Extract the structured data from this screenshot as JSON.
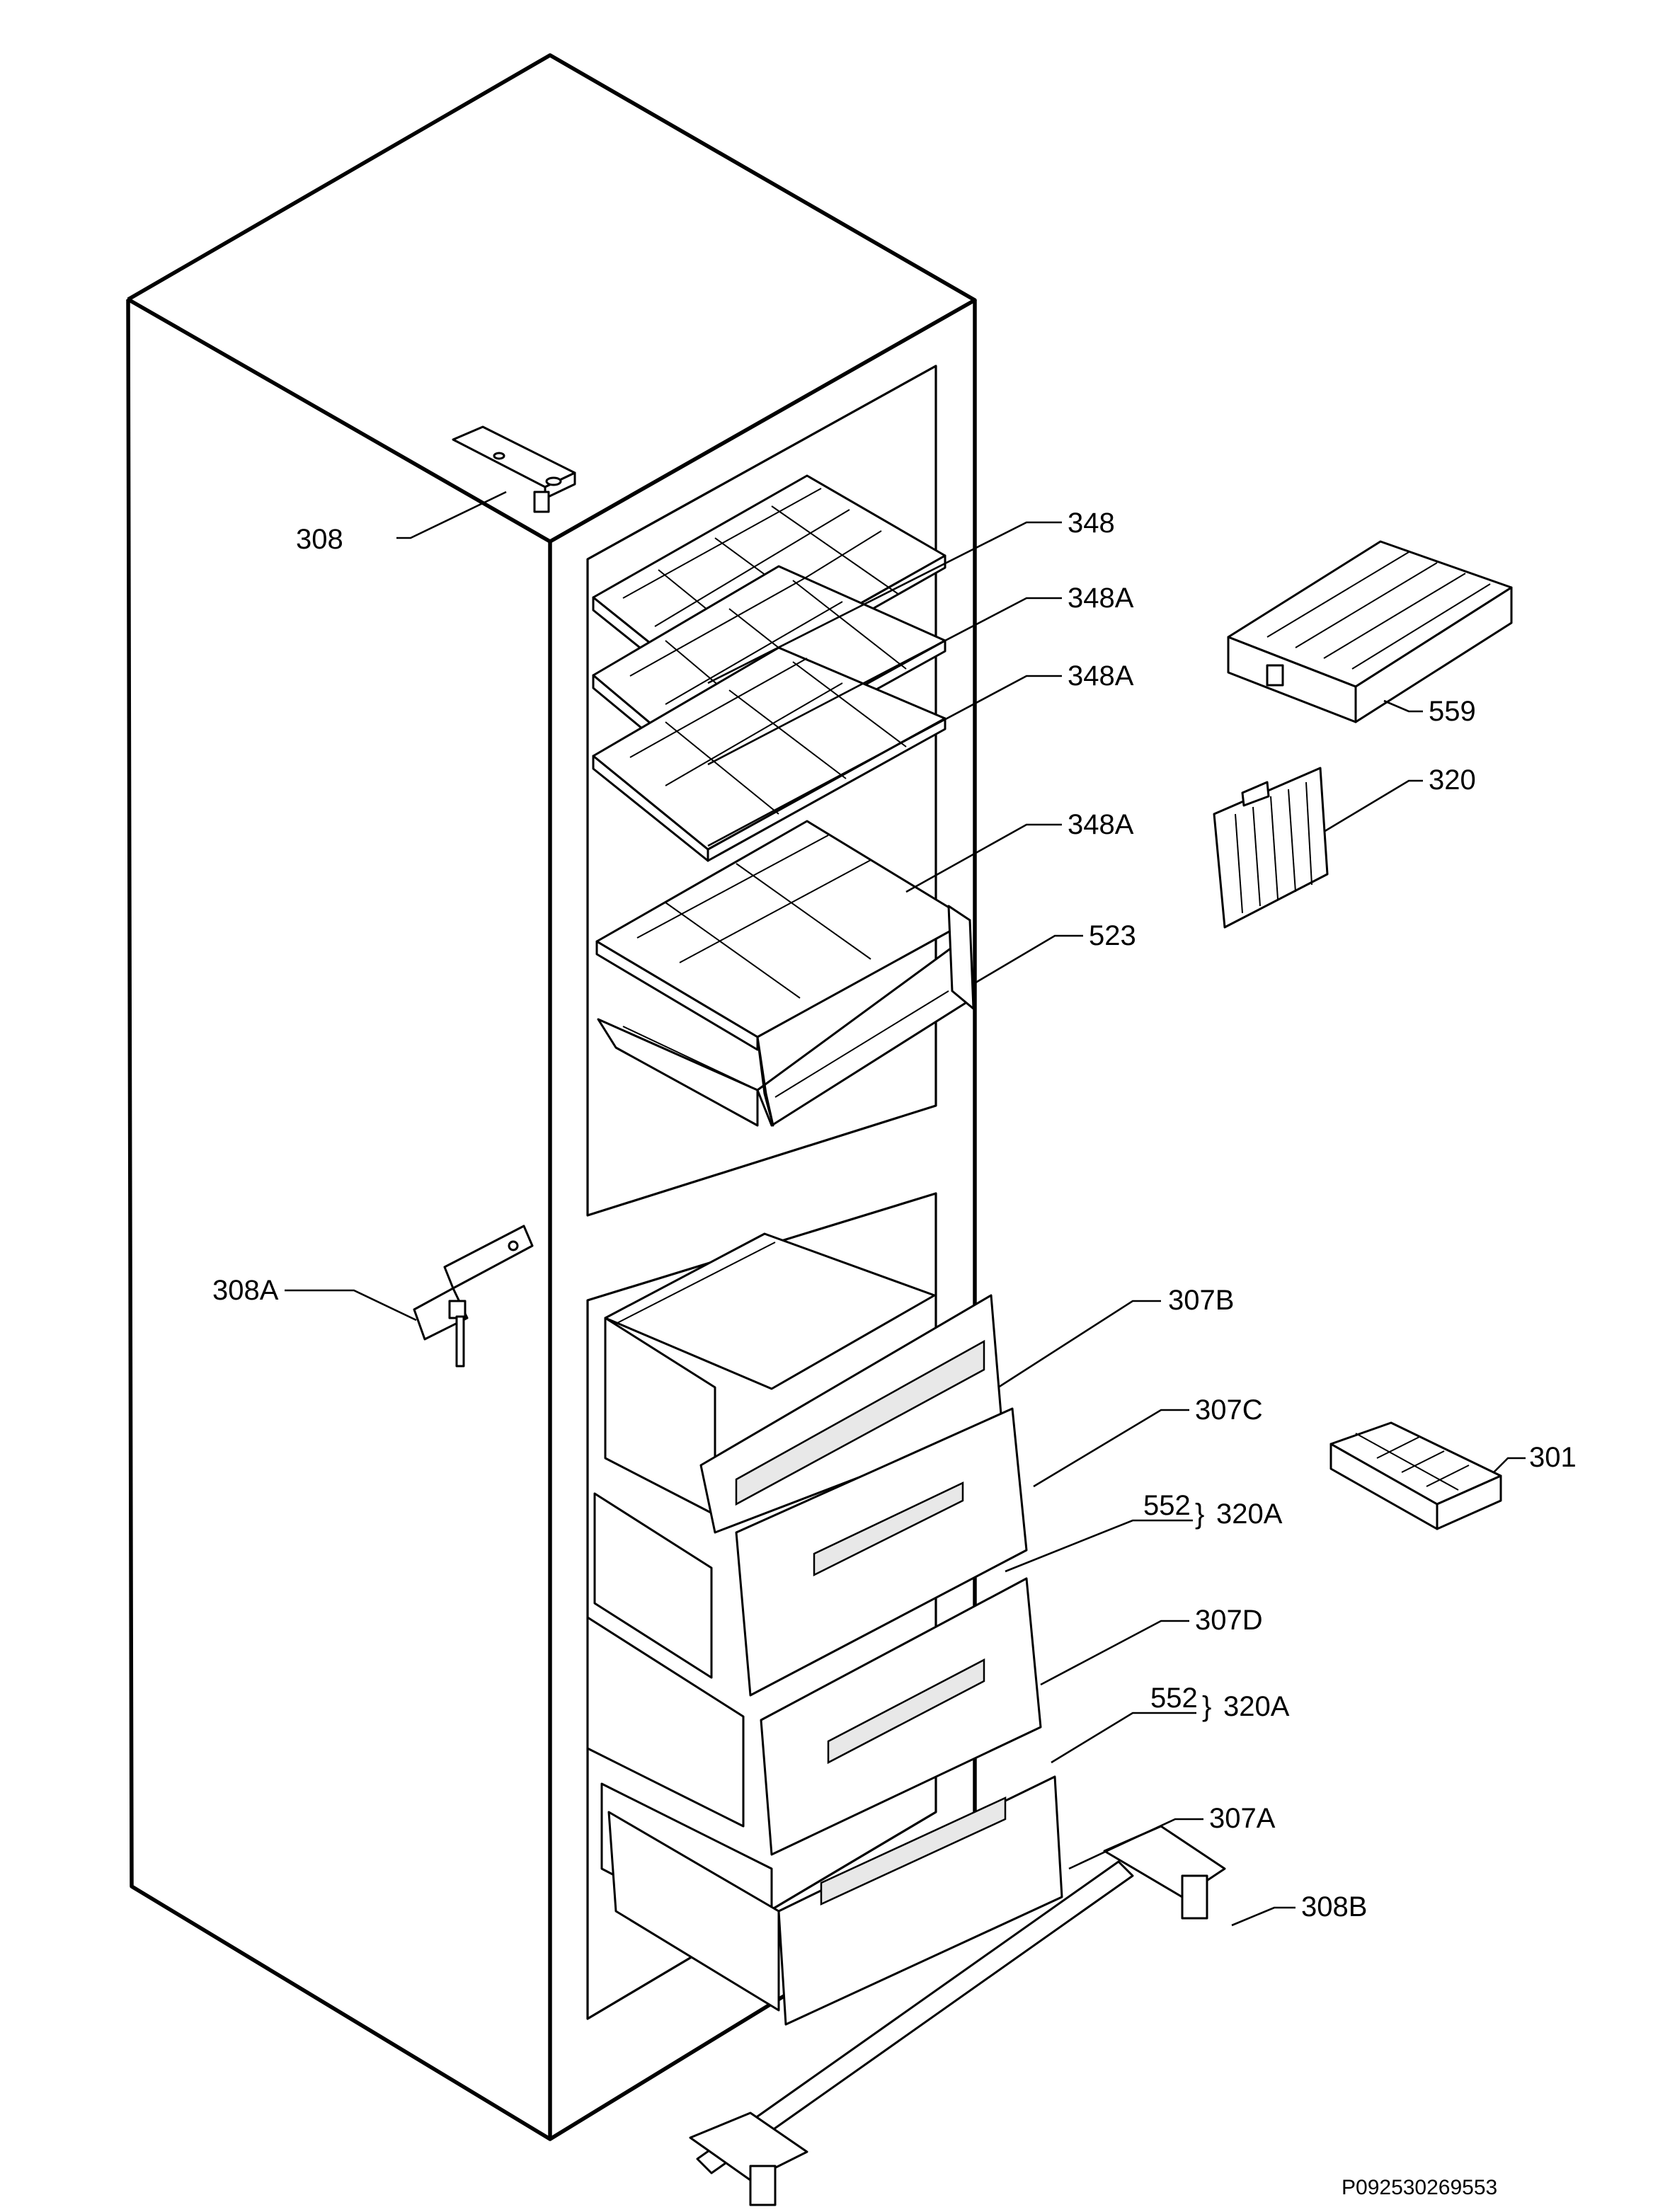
{
  "drawing_code": "P092530269553",
  "labels": {
    "l308": "308",
    "l348": "348",
    "l348a_1": "348A",
    "l348a_2": "348A",
    "l348a_3": "348A",
    "l523": "523",
    "l559": "559",
    "l320": "320",
    "l308a": "308A",
    "l307b": "307B",
    "l307c": "307C",
    "l552_1": "552",
    "l320a_1": "320A",
    "l301": "301",
    "l307d": "307D",
    "l552_2": "552",
    "l320a_2": "320A",
    "l307a": "307A",
    "l308b": "308B"
  }
}
